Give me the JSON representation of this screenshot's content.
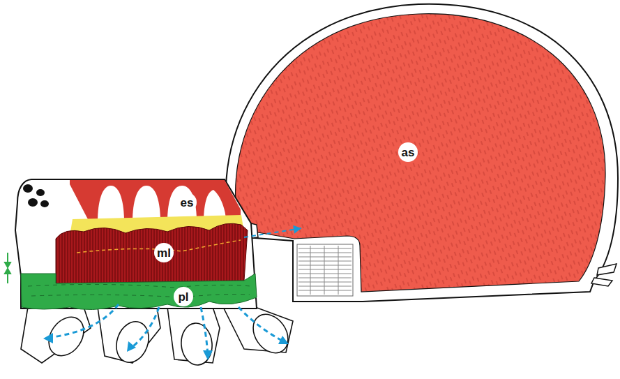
{
  "diagram": {
    "nodes": [
      {
        "text": [
          "es"
        ]
      },
      {
        "text": [
          "ml"
        ]
      },
      {
        "text": [
          "pl"
        ]
      },
      {
        "text": [
          "as"
        ]
      }
    ],
    "edges": [
      {
        "from": 1,
        "to": 3,
        "arrow": "to"
      }
    ]
  }
}
